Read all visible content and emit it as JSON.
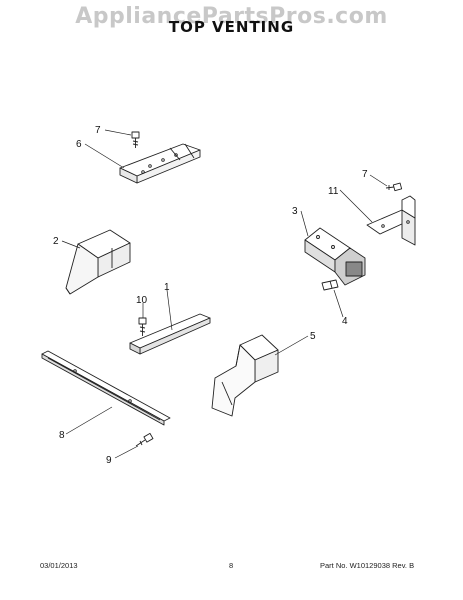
{
  "header": {
    "watermark": "AppliancePartsPros.com",
    "title": "TOP VENTING"
  },
  "callouts": {
    "c1": "1",
    "c2": "2",
    "c3": "3",
    "c4": "4",
    "c5": "5",
    "c6": "6",
    "c7a": "7",
    "c7b": "7",
    "c8": "8",
    "c9": "9",
    "c10": "10",
    "c11": "11"
  },
  "footer": {
    "date": "03/01/2013",
    "page": "8",
    "part": "Part No. W10129038 Rev. B"
  }
}
